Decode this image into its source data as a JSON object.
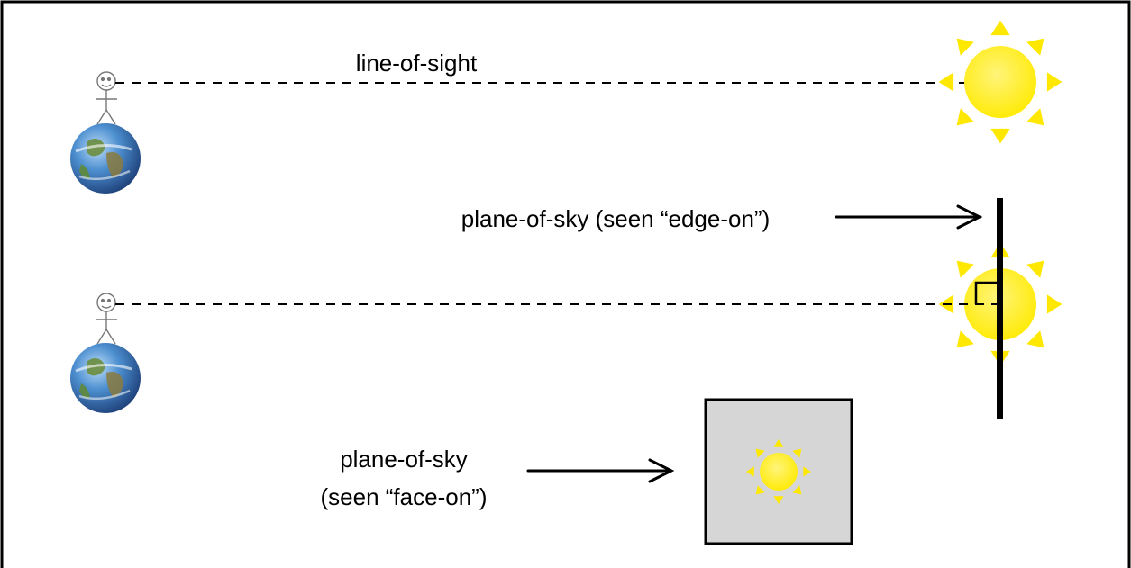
{
  "labels": {
    "line_of_sight": "line-of-sight",
    "plane_edge_on": "plane-of-sky (seen “edge-on”)",
    "plane_face_on_line1": "plane-of-sky",
    "plane_face_on_line2": "(seen “face-on”)"
  },
  "colors": {
    "sun": "#ffee00",
    "sun_ray": "#ffe800",
    "ocean": "#2f6fb7",
    "land": "#5f8a3a",
    "face_on_panel": "#d6d6d6",
    "frame": "#000000"
  },
  "icons": {
    "observer": "stick-figure-icon",
    "earth": "earth-globe-icon",
    "sun": "sun-icon"
  }
}
